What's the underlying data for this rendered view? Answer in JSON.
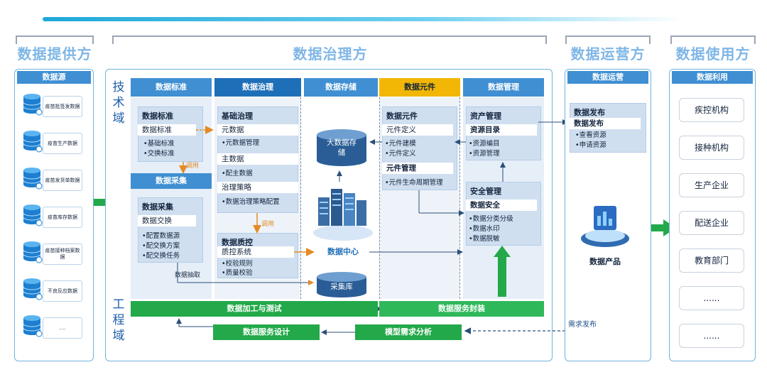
{
  "titles": {
    "provider": "数据提供方",
    "governance": "数据治理方",
    "operation": "数据运营方",
    "user": "数据使用方"
  },
  "provider": {
    "header": "数据源",
    "items": [
      "疫苗批签发数据",
      "疫苗生产数据",
      "疫苗发货单数据",
      "疫苗库存数据",
      "疫苗接种档案数据",
      "不良反应数据",
      "...."
    ]
  },
  "domains": {
    "tech": "技术域",
    "eng": "工程域"
  },
  "columns": {
    "standard": "数据标准",
    "governance": "数据治理",
    "storage": "数据存储",
    "element": "数据元件",
    "management": "数据管理"
  },
  "standard": {
    "card_title": "数据标准",
    "sub": "数据标准",
    "items": [
      "•基础标准",
      "•交换标准"
    ],
    "call": "调用",
    "collect_header": "数据采集",
    "collect_title": "数据采集",
    "collect_sub": "数据交换",
    "collect_items": [
      "•配置数据源",
      "•配交换方案",
      "•配交换任务"
    ],
    "extract": "数据抽取"
  },
  "govern": {
    "title": "基础治理",
    "meta": "元数据",
    "meta_items": [
      "•元数据管理"
    ],
    "master": "主数据",
    "master_items": [
      "•配主数据"
    ],
    "policy": "治理策略",
    "policy_items": [
      "•数据治理策略配置"
    ],
    "call": "调用",
    "qc_title": "数据质控",
    "qc_sub": "质控系统",
    "qc_items": [
      "•校验规则",
      "•质量校验"
    ]
  },
  "storage": {
    "bigdata": "大数据存储",
    "center": "数据中心",
    "collect_db": "采集库"
  },
  "element": {
    "title": "数据元件",
    "def": "元件定义",
    "def_items": [
      "•元件建模",
      "•元件定义"
    ],
    "mgmt": "元件管理",
    "mgmt_items": [
      "•元件生命周期管理"
    ]
  },
  "mgmt": {
    "asset": "资产管理",
    "catalog": "资源目录",
    "catalog_items": [
      "•资源编目",
      "•资源管理"
    ],
    "security": "安全管理",
    "datasec": "数据安全",
    "sec_items": [
      "•数据分类分级",
      "•数据水印",
      "•数据脱敏"
    ]
  },
  "engineering": {
    "process": "数据加工与测试",
    "package": "数据服务封装",
    "design": "数据服务设计",
    "analysis": "模型需求分析"
  },
  "operation": {
    "header": "数据运营",
    "card_title": "数据发布",
    "sub": "数据发布",
    "items": [
      "•查看资源",
      "•申请资源"
    ],
    "product": "数据产品",
    "demand": "需求发布"
  },
  "user": {
    "header": "数据利用",
    "items": [
      "疾控机构",
      "接种机构",
      "生产企业",
      "配送企业",
      "教育部门",
      "......",
      "......"
    ]
  },
  "colors": {
    "blue_header": "#3f8fd2",
    "dark_header": "#1f6fb8",
    "gold_header": "#f2b705",
    "green": "#23a94a"
  }
}
